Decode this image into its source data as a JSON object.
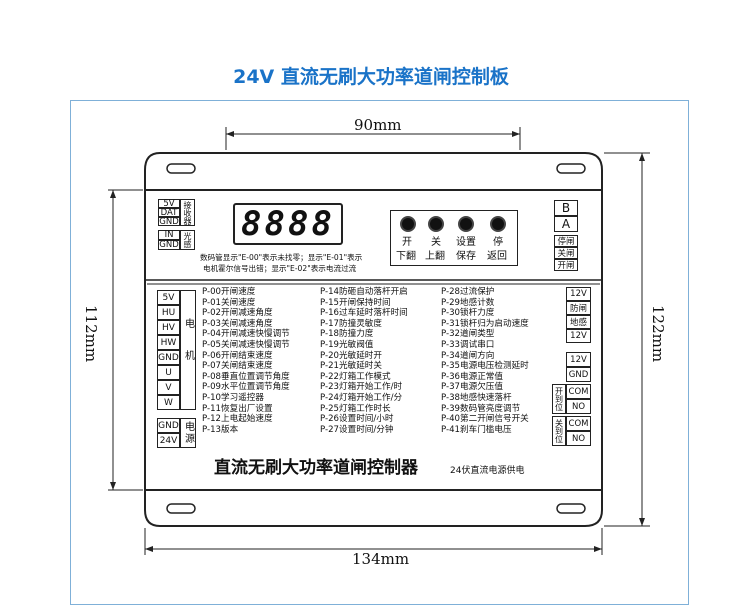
{
  "title": "24V 直流无刷大功率道闸控制板",
  "dimensions": {
    "top_width": "90mm",
    "bottom_width": "134mm",
    "left_height": "112mm",
    "right_height": "122mm"
  },
  "receiver_terminals": [
    "5V",
    "DAT",
    "GND"
  ],
  "receiver_label": "接收器",
  "light_terminals": [
    "IN",
    "GND"
  ],
  "light_label": "光感",
  "display_digits": "8888",
  "display_note_1": "数码管显示\"E-00\"表示未找零；显示\"E-01\"表示",
  "display_note_2": "电机霍尔信号出错；显示\"E-02\"表示电流过流",
  "buttons": [
    {
      "line1": "开",
      "line2": "下翻"
    },
    {
      "line1": "关",
      "line2": "上翻"
    },
    {
      "line1": "设置",
      "line2": "保存"
    },
    {
      "line1": "停",
      "line2": "返回"
    }
  ],
  "right_top_terminals": [
    "B",
    "A",
    "停闸",
    "关闸",
    "开闸"
  ],
  "motor_terminals": [
    "5V",
    "HU",
    "HV",
    "HW",
    "GND",
    "U",
    "V",
    "W"
  ],
  "motor_label": "电机",
  "power_terminals": [
    "GND",
    "24V"
  ],
  "power_label": "电源",
  "params_col1": [
    "P-00开闸速度",
    "P-01关闸速度",
    "P-02开闸减速角度",
    "P-03关闸减速角度",
    "P-04开闸减速快慢调节",
    "P-05关闸减速快慢调节",
    "P-06开闸结束速度",
    "P-07关闸结束速度",
    "P-08垂直位置调节角度",
    "P-09水平位置调节角度",
    "P-10学习遥控器",
    "P-11恢复出厂设置",
    "P-12上电起始速度",
    "P-13版本"
  ],
  "params_col2": [
    "P-14防砸自动落杆开启",
    "P-15开闸保持时间",
    "P-16过车延时落杆时间",
    "P-17防撞灵敏度",
    "P-18防撞力度",
    "P-19光敏阀值",
    "P-20光敏延时开",
    "P-21光敏延时关",
    "P-22灯箱工作模式",
    "P-23灯箱开始工作/时",
    "P-24灯箱开始工作/分",
    "P-25灯箱工作时长",
    "P-26设置时间/小时",
    "P-27设置时间/分钟"
  ],
  "params_col3": [
    "P-28过流保护",
    "P-29地感计数",
    "P-30锁杆力度",
    "P-31锁杆归为启动速度",
    "P-32道闸类型",
    "P-33调试串口",
    "P-34道闸方向",
    "P-35电源电压检测延时",
    "P-36电源正常值",
    "P-37电源欠压值",
    "P-38地感快速落杆",
    "P-39数码管亮度调节",
    "P-40第二开闸信号开关",
    "P-41刹车门槛电压"
  ],
  "right_terminals_top": [
    "12V",
    "防闸",
    "地感",
    "12V"
  ],
  "right_terminals_bottom": [
    "12V",
    "GND",
    "COM",
    "NO",
    "COM",
    "NO"
  ],
  "open_limit_label": "开到位",
  "close_limit_label": "关到位",
  "device_name": "直流无刷大功率道闸控制器",
  "device_power": "24伏直流电源供电"
}
